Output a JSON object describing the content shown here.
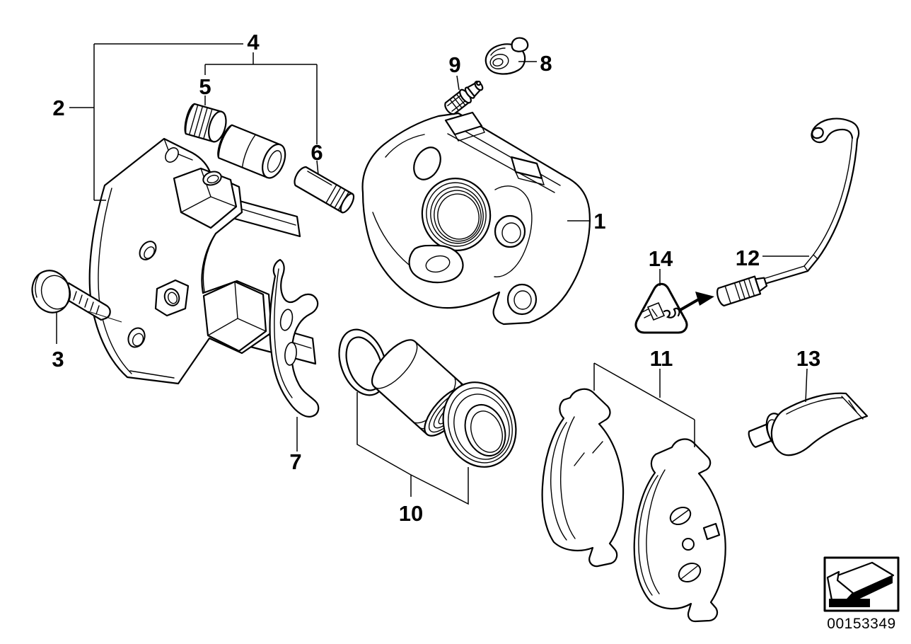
{
  "page": {
    "background_color": "#ffffff",
    "line_color": "#000000"
  },
  "diagram": {
    "callouts": {
      "1": "1",
      "2": "2",
      "3": "3",
      "4": "4",
      "5": "5",
      "6": "6",
      "7": "7",
      "8": "8",
      "9": "9",
      "10": "10",
      "11": "11",
      "12": "12",
      "13": "13",
      "14": "14"
    },
    "doc_number": "00153349",
    "icons": {
      "warning_triangle": "warning-triangle-plug-icon",
      "direction_arrow": "direction-arrow-icon"
    }
  }
}
